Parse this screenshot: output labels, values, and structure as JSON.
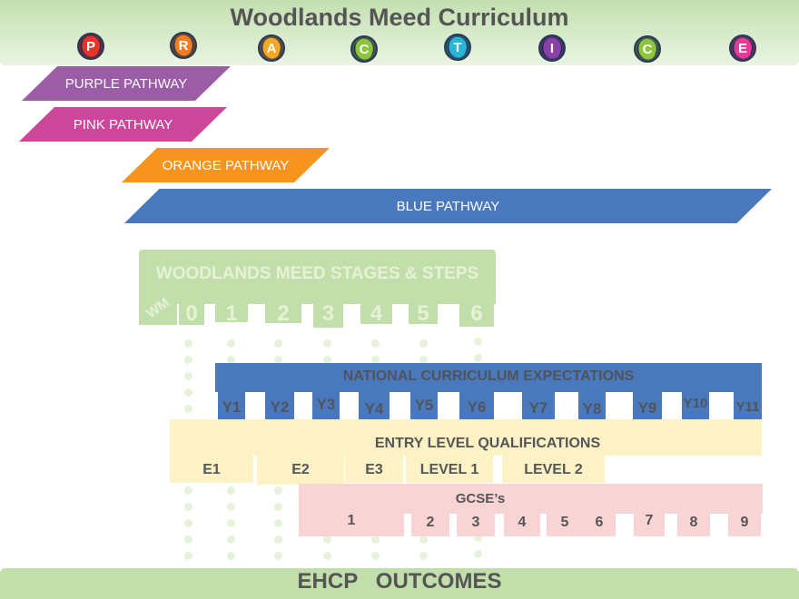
{
  "header": {
    "title": "Woodlands Meed Curriculum",
    "badges": [
      {
        "letter": "P",
        "color": "#e8322a"
      },
      {
        "letter": "R",
        "color": "#f07d22"
      },
      {
        "letter": "A",
        "color": "#f5a623"
      },
      {
        "letter": "C",
        "color": "#8cc63f"
      },
      {
        "letter": "T",
        "color": "#29b6d6"
      },
      {
        "letter": "I",
        "color": "#8b3fa8"
      },
      {
        "letter": "C",
        "color": "#8cc63f"
      },
      {
        "letter": "E",
        "color": "#e8399a"
      }
    ]
  },
  "pathways": [
    {
      "label": "PURPLE PATHWAY",
      "color": "#9b5ea6"
    },
    {
      "label": "PINK  PATHWAY",
      "color": "#cc4699"
    },
    {
      "label": "ORANGE PATHWAY",
      "color": "#f7941e"
    },
    {
      "label": "BLUE PATHWAY",
      "color": "#4a78bd"
    }
  ],
  "stages": {
    "title": "WOODLANDS MEED STAGES & STEPS",
    "steps": [
      "WM",
      "0",
      "1",
      "2",
      "3",
      "4",
      "5",
      "6"
    ]
  },
  "national_curriculum": {
    "title": "NATIONAL CURRICULUM EXPECTATIONS",
    "years": [
      "Y1",
      "Y2",
      "Y3",
      "Y4",
      "Y5",
      "Y6",
      "Y7",
      "Y8",
      "Y9",
      "Y10",
      "Y11"
    ]
  },
  "entry_level": {
    "title": "ENTRY LEVEL QUALIFICATIONS",
    "levels": [
      "E1",
      "E2",
      "E3",
      "LEVEL 1",
      "LEVEL 2"
    ]
  },
  "gcse": {
    "title": "GCSE’s",
    "grades": [
      "1",
      "2",
      "3",
      "4",
      "5",
      "6",
      "7",
      "8",
      "9"
    ]
  },
  "footer": {
    "label": "EHCP   OUTCOMES"
  }
}
